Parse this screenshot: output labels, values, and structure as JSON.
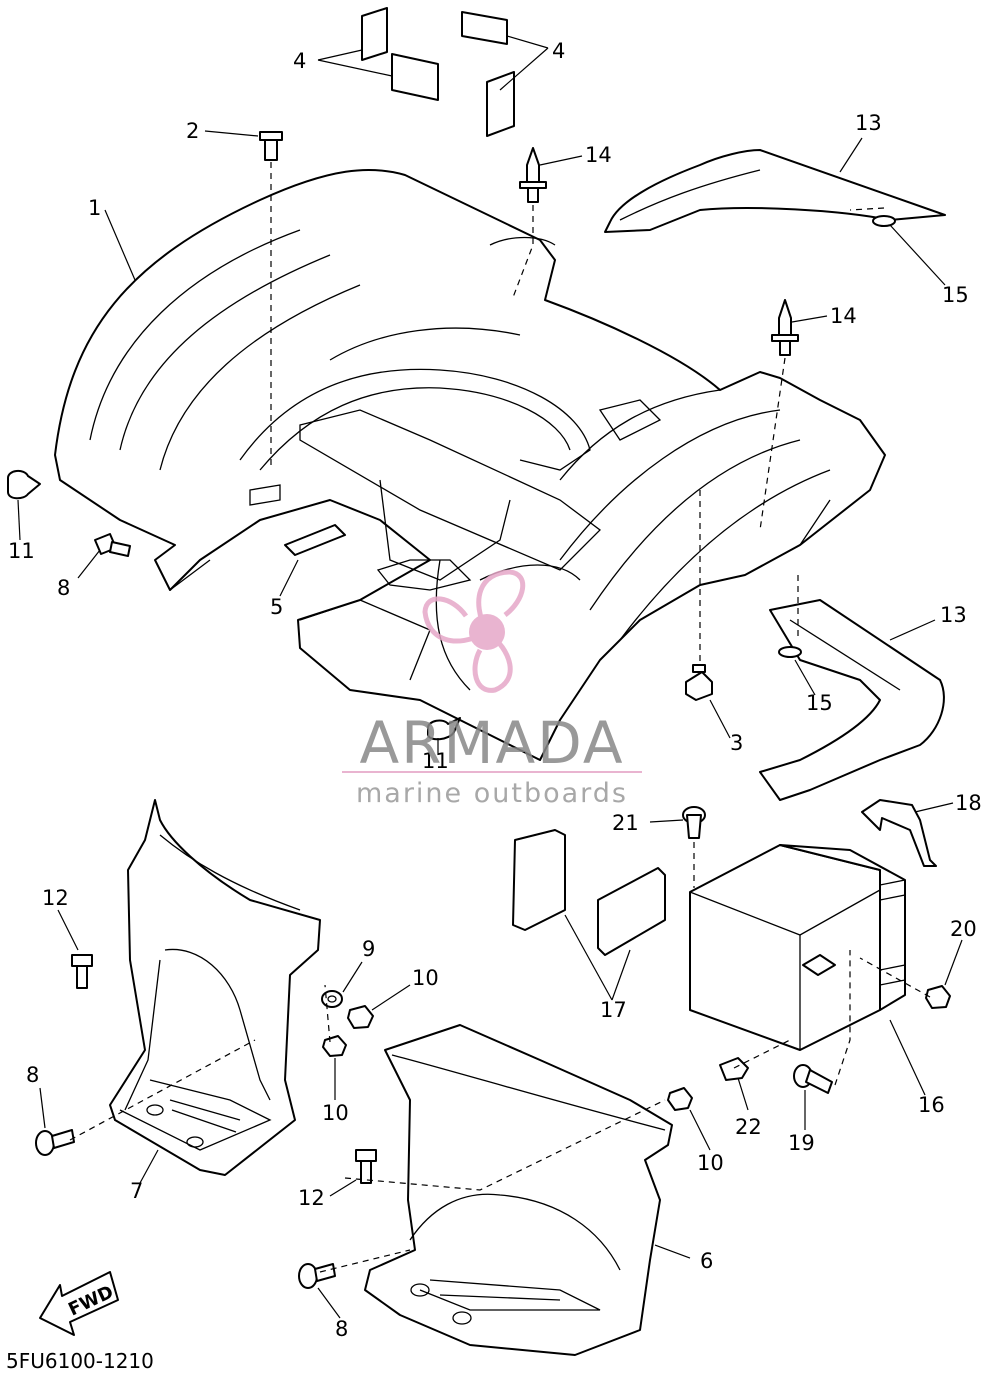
{
  "diagram": {
    "code": "5FU6100-1210",
    "fwd_label": "FWD",
    "callouts": [
      "1",
      "2",
      "3",
      "4",
      "4",
      "5",
      "6",
      "7",
      "8",
      "8",
      "8",
      "9",
      "10",
      "10",
      "10",
      "11",
      "11",
      "12",
      "12",
      "13",
      "13",
      "14",
      "14",
      "15",
      "15",
      "16",
      "17",
      "18",
      "19",
      "20",
      "21",
      "22"
    ]
  },
  "watermark": {
    "brand": "ARMADA",
    "tagline": "marine outboards",
    "accent_color": "#e6a8c8"
  }
}
